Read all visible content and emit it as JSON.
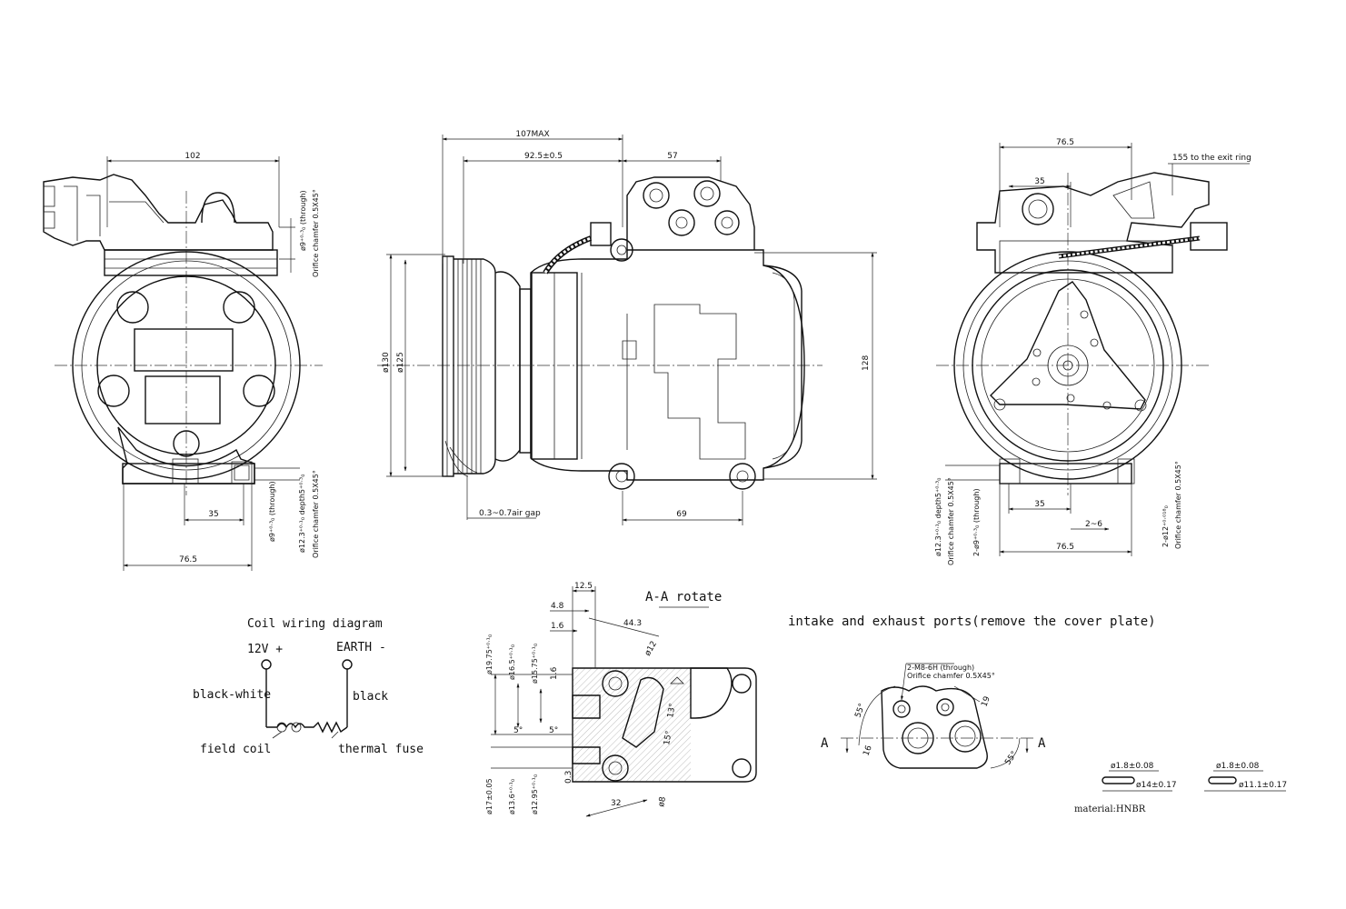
{
  "dims": {
    "left_top_width": "102",
    "left_bolt_hole": "ø9⁺⁰·³₀ (through)",
    "left_chamfer": "Orifice chamfer 0.5X45°",
    "left_bottom_35": "35",
    "left_bottom_76": "76.5",
    "left_hole_a": "ø9⁺⁰·³₀ (through)",
    "left_hole_b": "ø12.3⁺⁰·¹₀ depth5⁺⁰·³₀",
    "left_chamfer_b": "Orifice chamfer 0.5X45°",
    "side_107": "107MAX",
    "side_925": "92.5±0.5",
    "side_57": "57",
    "side_d130": "ø130",
    "side_d125": "ø125",
    "side_128": "128",
    "side_gap": "0.3~0.7air gap",
    "side_69": "69",
    "right_top_76": "76.5",
    "right_top_35": "35",
    "right_exit": "155 to the exit ring",
    "right_bottom_35": "35",
    "right_bottom_26": "2~6",
    "right_bottom_76": "76.5",
    "right_hole_a": "ø12.3⁺⁰·¹₀ depth5⁺⁰·³₀",
    "right_chamfer_a": "Orifice chamfer 0.5X45°",
    "right_hole_b": "2-ø9⁺⁰·³₀ (through)",
    "right_hole_c": "2-ø12⁺⁰·⁰¹⁸₀",
    "right_chamfer_c": "Orifice chamfer 0.5X45°"
  },
  "section": {
    "title": "A-A rotate",
    "d_125": "12.5",
    "d_48": "4.8",
    "d_16a": "1.6",
    "d_443": "44.3",
    "d_1975": "ø19.75⁺⁰·¹₀",
    "d_165": "ø16.5⁺⁰·¹₀",
    "d_1575": "ø15.75⁺⁰·¹₀",
    "d_16b": "1.6",
    "d_12": "ø12",
    "d_13": "13°",
    "d_5a": "5°",
    "d_5b": "5°",
    "d_15": "15°",
    "d_03": "0.3",
    "d_17": "ø17±0.05",
    "d_136": "ø13.6⁺⁰·¹₀",
    "d_1295": "ø12.95⁺⁰·¹₀",
    "d_32": "32",
    "d_8": "ø8"
  },
  "coil": {
    "title": "Coil wiring diagram",
    "plus": "12V +",
    "earth": "EARTH -",
    "black_white": "black-white",
    "black": "black",
    "field_coil": "field coil",
    "thermal_fuse": "thermal fuse"
  },
  "ports": {
    "title": "intake and exhaust ports(remove the cover plate)",
    "thread": "2-M8-6H (through)",
    "chamfer": "Orifice chamfer 0.5X45°",
    "a_left": "A",
    "a_right": "A",
    "ang_55a": "55°",
    "ang_55b": "55°",
    "d_16": "16",
    "d_19": "19"
  },
  "orings": {
    "ring1_cs": "ø1.8±0.08",
    "ring1_id": "ø14±0.17",
    "ring2_cs": "ø1.8±0.08",
    "ring2_id": "ø11.1±0.17",
    "material": "material:HNBR"
  }
}
